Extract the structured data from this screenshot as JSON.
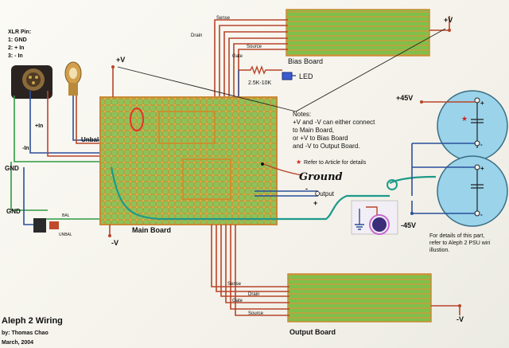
{
  "xlr_header": "XLR Pin:",
  "xlr_pins": [
    "1: GND",
    "2: + In",
    "3: - In"
  ],
  "plus_in": "+In",
  "minus_in": "-In",
  "unbal": "Unbal",
  "gnd_upper": "GND",
  "gnd_lower": "GND",
  "switch_bal": "BAL",
  "switch_unbal": "UNBAL",
  "main_plus_v": "+V",
  "main_minus_v": "-V",
  "main_board": "Main Board",
  "bias_labels": {
    "sense": "Sense",
    "drain": "Drain",
    "source": "Source",
    "gate": "Gate"
  },
  "bias_board": "Bias Board",
  "bias_plus_v": "+V",
  "resistor": "2.5K-10K",
  "led": "LED",
  "notes": {
    "title": "Notes:",
    "lines": [
      "+V and -V can either connect",
      "to Main Board,",
      "or +V to Bias Board",
      "and -V to Output Board."
    ],
    "star_line": "Refer to Article for details"
  },
  "ground_handwritten": "Ground",
  "output_label": "Output",
  "output_minus": "-",
  "output_plus": "+",
  "psu_plus_45": "+45V",
  "psu_minus_45": "-45V",
  "cap_signs": [
    "+",
    "-",
    "+",
    "-"
  ],
  "psu_note": [
    "For details of this part,",
    "refer to Aleph 2 PSU wiri",
    "illustion."
  ],
  "out_labels": {
    "sense": "Sense",
    "drain": "Drain",
    "gate": "Gate",
    "source": "Source"
  },
  "output_board": "Output Board",
  "output_minus_v": "-V",
  "title_block": [
    "Aleph 2 Wiring",
    "by: Thomas Chao",
    "March, 2004"
  ],
  "colors": {
    "wire_red": "#b8452a",
    "wire_blue": "#2b4f9a",
    "wire_green": "#2f9a44",
    "wire_teal": "#1d9a8a",
    "board_green": "#7fbf4a",
    "board_orange": "#d9933a",
    "cap_blue": "#9ad3ea",
    "star_red": "#d02020"
  }
}
